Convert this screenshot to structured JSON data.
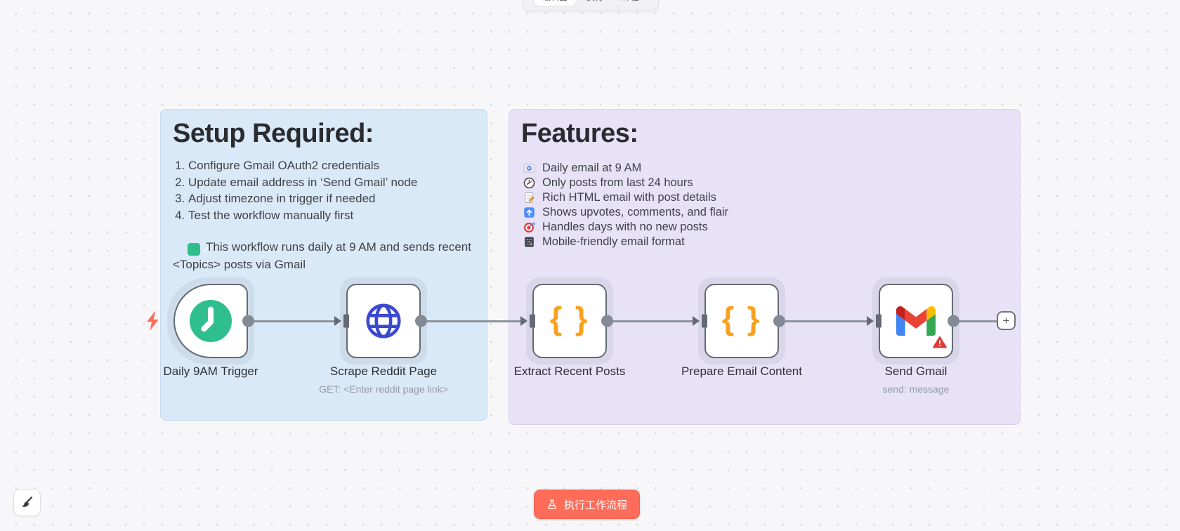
{
  "tabs": {
    "editor": "编辑器",
    "executions": "执行",
    "evaluations": "评估"
  },
  "sticky_setup": {
    "title": "Setup Required:",
    "items": [
      "Configure Gmail OAuth2 credentials",
      "Update email address in ‘Send Gmail’ node",
      "Adjust timezone in trigger if needed",
      "Test the workflow manually first"
    ],
    "note": "This workflow runs daily at 9 AM and sends recent <Topics> posts via Gmail",
    "bg": "#dae9f8"
  },
  "sticky_features": {
    "title": "Features:",
    "items": [
      {
        "icon": "email-icon",
        "text": "Daily email at 9 AM"
      },
      {
        "icon": "clock-icon",
        "text": "Only posts from last 24 hours"
      },
      {
        "icon": "memo-icon",
        "text": "Rich HTML email with post details"
      },
      {
        "icon": "up-arrow-icon",
        "text": "Shows upvotes, comments, and flair"
      },
      {
        "icon": "target-icon",
        "text": "Handles days with no new posts"
      },
      {
        "icon": "mobile-icon",
        "text": "Mobile-friendly email format"
      }
    ],
    "bg": "#e7e2f6"
  },
  "nodes": [
    {
      "label": "Daily 9AM Trigger",
      "icon": "clock-trigger-icon",
      "type": "trigger"
    },
    {
      "label": "Scrape Reddit Page",
      "subtitle": "GET: <Enter reddit page link>",
      "icon": "globe-icon"
    },
    {
      "label": "Extract Recent Posts",
      "icon": "code-braces-icon"
    },
    {
      "label": "Prepare Email Content",
      "icon": "code-braces-icon"
    },
    {
      "label": "Send Gmail",
      "subtitle": "send: message",
      "icon": "gmail-icon",
      "warning": true
    }
  ],
  "glyphs": {
    "check": "✓",
    "code_braces": "{ }",
    "plus": "+"
  },
  "buttons": {
    "execute_label": "执行工作流程"
  },
  "colors": {
    "accent_orange": "#ff6d5a",
    "trigger_green": "#2fbf8e",
    "globe_blue": "#3b49d0",
    "braces_orange": "#f7a11f",
    "node_border": "#646a75",
    "wire_gray": "#8d939c",
    "sticky_blue": "#dae9f8",
    "sticky_purple": "#e7e2f6",
    "warning_red": "#e03a3a"
  }
}
